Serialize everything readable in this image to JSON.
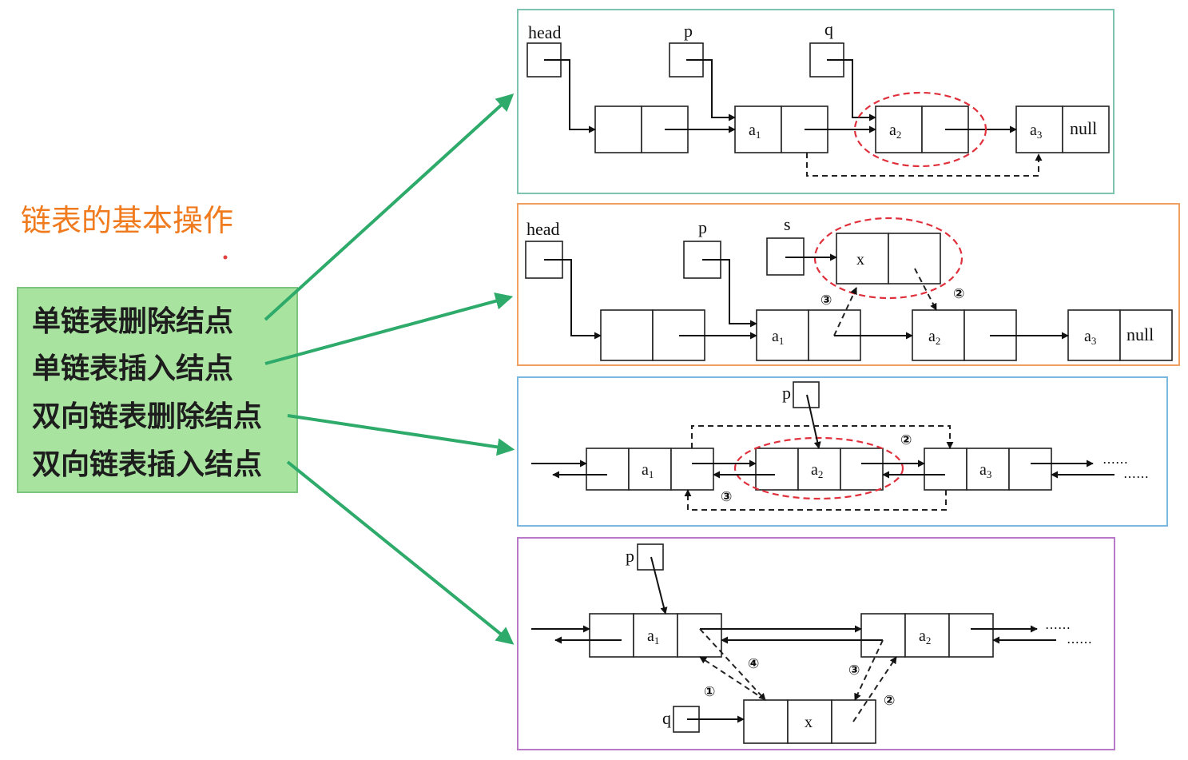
{
  "title": "链表的基本操作",
  "menu": {
    "items": [
      "单链表删除结点",
      "单链表插入结点",
      "双向链表删除结点",
      "双向链表插入结点"
    ]
  },
  "colors": {
    "title": "#f07a1e",
    "menu_bg": "#a9e3a0",
    "menu_border": "#7cc47f",
    "arrow": "#2eaa6a",
    "panel1": "#7cc3b0",
    "panel2": "#f0a060",
    "panel3": "#7ab8e0",
    "panel4": "#b87ac8",
    "ellipse": "#e0303c"
  },
  "panels": {
    "p1": {
      "head": "head",
      "p": "p",
      "q": "q",
      "a1": "a",
      "a2": "a",
      "a3": "a",
      "s1": "1",
      "s2": "2",
      "s3": "3",
      "null": "null"
    },
    "p2": {
      "head": "head",
      "p": "p",
      "s": "s",
      "x": "x",
      "a1": "a",
      "a2": "a",
      "a3": "a",
      "s1": "1",
      "s2": "2",
      "s3": "3",
      "null": "null",
      "step2": "②",
      "step3": "③"
    },
    "p3": {
      "p": "p",
      "a1": "a",
      "a2": "a",
      "a3": "a",
      "s1": "1",
      "s2": "2",
      "s3": "3",
      "step2": "②",
      "step3": "③",
      "dots": "……"
    },
    "p4": {
      "p": "p",
      "q": "q",
      "x": "x",
      "a1": "a",
      "a2": "a",
      "s1": "1",
      "s2": "2",
      "step1": "①",
      "step2": "②",
      "step3": "③",
      "step4": "④",
      "dots": "……"
    }
  }
}
